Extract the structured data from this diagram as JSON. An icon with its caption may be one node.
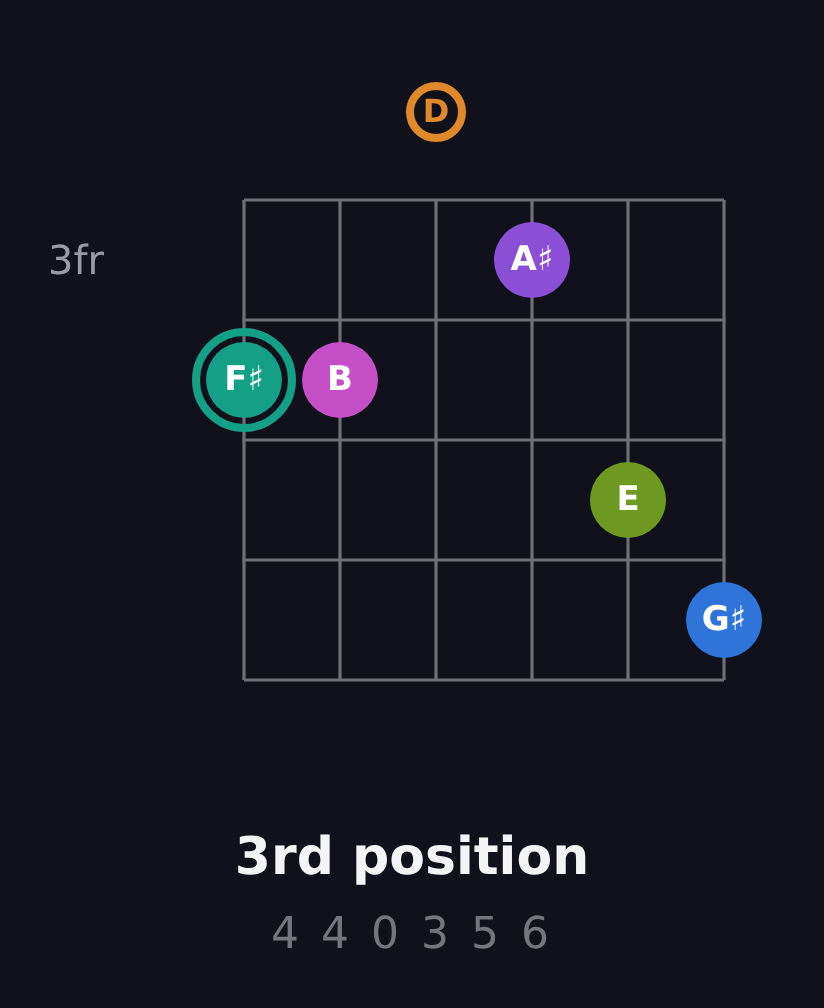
{
  "diagram": {
    "title": "3rd position",
    "nodes": [
      {
        "text": [
          "D"
        ]
      },
      {
        "text": [
          "A♯"
        ]
      },
      {
        "text": [
          "F♯"
        ]
      },
      {
        "text": [
          "B"
        ]
      },
      {
        "text": [
          "E"
        ]
      },
      {
        "text": [
          "G♯"
        ]
      }
    ],
    "labels": [
      "3fr",
      "4 4 0 3 5 6"
    ]
  }
}
